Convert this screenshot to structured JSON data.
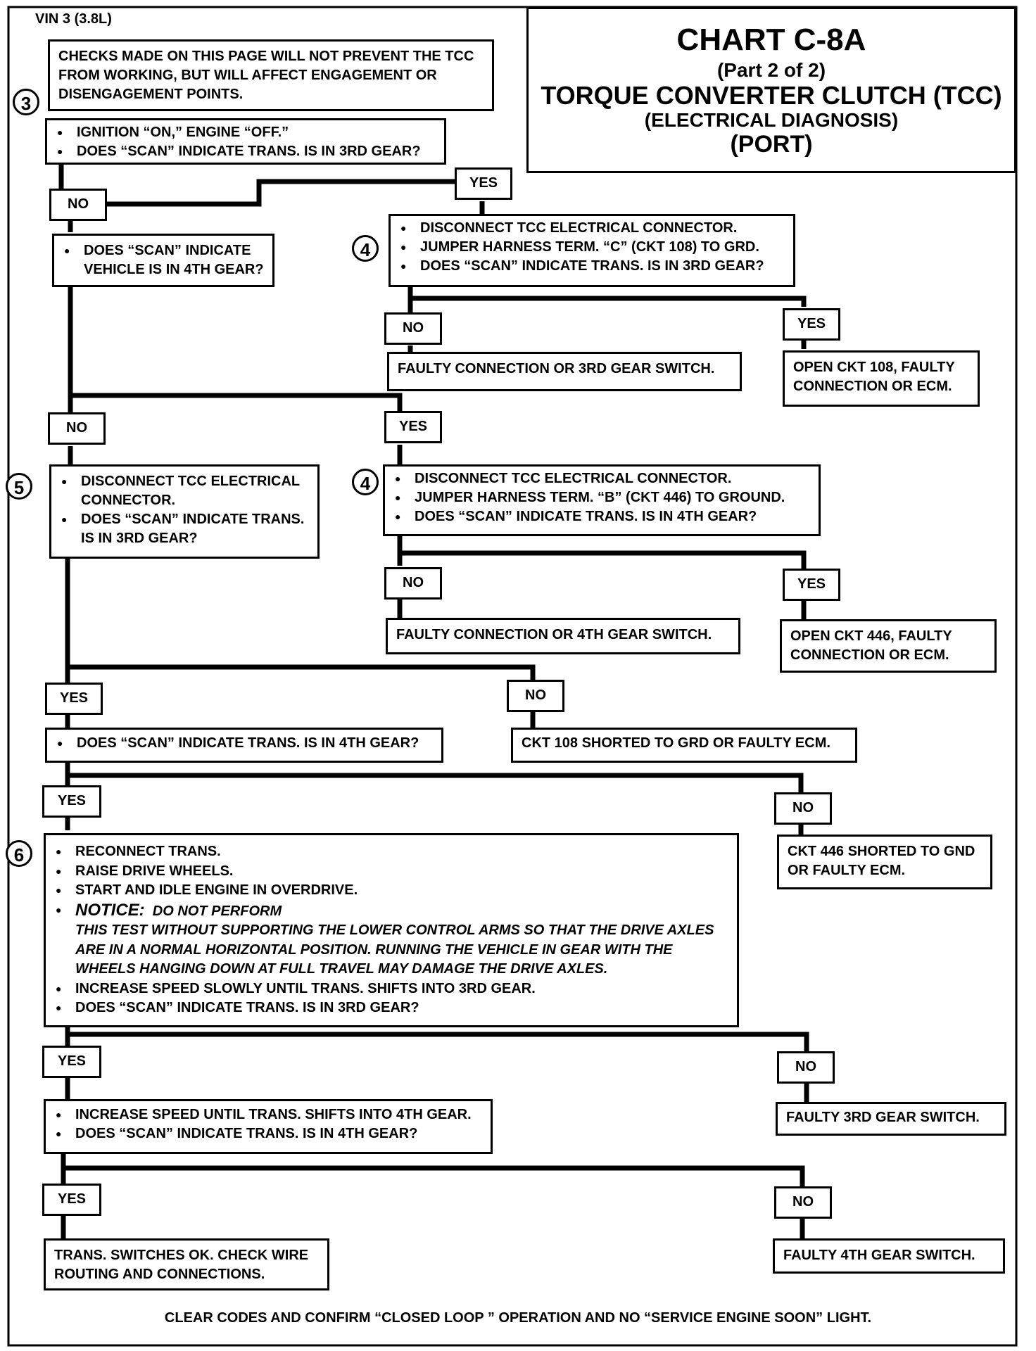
{
  "header": {
    "vin": "VIN 3 (3.8L)",
    "title": "CHART C-8A",
    "part": "(Part  2 of 2)",
    "subtitle": "TORQUE CONVERTER CLUTCH (TCC)",
    "subtitle2": "(ELECTRICAL DIAGNOSIS)",
    "subtitle3": "(PORT)"
  },
  "steps": {
    "s3": "3",
    "s4a": "4",
    "s5": "5",
    "s4b": "4",
    "s6": "6"
  },
  "boxes": {
    "intro": "CHECKS MADE ON THIS PAGE WILL NOT PREVENT THE TCC FROM WORKING, BUT WILL AFFECT ENGAGEMENT OR DISENGAGEMENT POINTS.",
    "b1": [
      "IGNITION “ON,” ENGINE “OFF.”",
      "DOES “SCAN” INDICATE TRANS. IS IN 3RD GEAR?"
    ],
    "b2": [
      "DOES “SCAN” INDICATE VEHICLE IS IN 4TH GEAR?"
    ],
    "b3": [
      "DISCONNECT TCC ELECTRICAL CONNECTOR.",
      "JUMPER HARNESS TERM. “C” (CKT 108) TO GRD.",
      "DOES “SCAN” INDICATE TRANS. IS IN 3RD GEAR?"
    ],
    "b4": "FAULTY CONNECTION OR 3RD GEAR SWITCH.",
    "b5": "OPEN CKT 108, FAULTY CONNECTION OR ECM.",
    "b6": [
      "DISCONNECT TCC ELECTRICAL CONNECTOR.",
      "DOES “SCAN” INDICATE TRANS. IS IN 3RD GEAR?"
    ],
    "b7": [
      "DISCONNECT TCC ELECTRICAL CONNECTOR.",
      "JUMPER HARNESS TERM. “B” (CKT 446) TO GROUND.",
      "DOES “SCAN” INDICATE TRANS. IS IN 4TH GEAR?"
    ],
    "b8": "FAULTY CONNECTION OR 4TH GEAR SWITCH.",
    "b9": "OPEN CKT 446, FAULTY CONNECTION OR ECM.",
    "b10": [
      "DOES “SCAN” INDICATE TRANS. IS IN 4TH GEAR?"
    ],
    "b11": "CKT 108 SHORTED TO GRD OR FAULTY ECM.",
    "b12": {
      "items": [
        "RECONNECT TRANS.",
        "RAISE DRIVE WHEELS.",
        "START AND IDLE ENGINE IN OVERDRIVE."
      ],
      "notice_label": "NOTICE:",
      "notice_lead": "DO NOT PERFORM",
      "notice_text": "THIS TEST WITHOUT SUPPORTING THE LOWER CONTROL ARMS SO THAT THE DRIVE AXLES ARE IN A NORMAL HORIZONTAL POSITION.  RUNNING THE VEHICLE IN GEAR WITH THE WHEELS HANGING DOWN AT FULL TRAVEL MAY DAMAGE THE DRIVE AXLES.",
      "items2": [
        "INCREASE SPEED SLOWLY UNTIL TRANS. SHIFTS INTO 3RD GEAR.",
        "DOES “SCAN” INDICATE TRANS. IS IN 3RD GEAR?"
      ]
    },
    "b13": "CKT 446 SHORTED TO GND OR FAULTY ECM.",
    "b14": [
      "INCREASE SPEED UNTIL TRANS. SHIFTS INTO 4TH GEAR.",
      "DOES “SCAN” INDICATE TRANS. IS IN 4TH GEAR?"
    ],
    "b15": "FAULTY 3RD GEAR SWITCH.",
    "b16": "TRANS. SWITCHES OK.  CHECK WIRE ROUTING AND CONNECTIONS.",
    "b17": "FAULTY 4TH GEAR SWITCH."
  },
  "labels": {
    "yes": "YES",
    "no": "NO"
  },
  "footer": "CLEAR CODES AND CONFIRM “CLOSED LOOP ” OPERATION AND NO “SERVICE ENGINE SOON” LIGHT."
}
